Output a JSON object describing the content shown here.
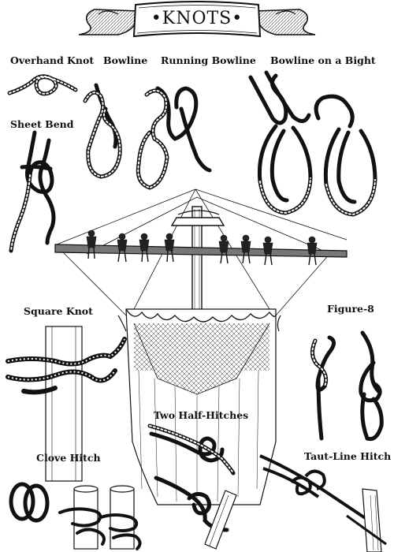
{
  "title": "•KNOTS•",
  "labels": {
    "overhand_knot": "Overhand Knot",
    "bowline": "Bowline",
    "running_bowline": "Running Bowline",
    "bowline_on_a_bight": "Bowline on a Bight",
    "sheet_bend": "Sheet Bend",
    "square_knot": "Square Knot",
    "figure_8": "Figure-8",
    "two_half_hitches": "Two Half-Hitches",
    "clove_hitch": "Clove Hitch",
    "taut_line_hitch": "Taut-Line Hitch"
  },
  "colors": {
    "ink": "#111111",
    "paper": "#ffffff"
  }
}
